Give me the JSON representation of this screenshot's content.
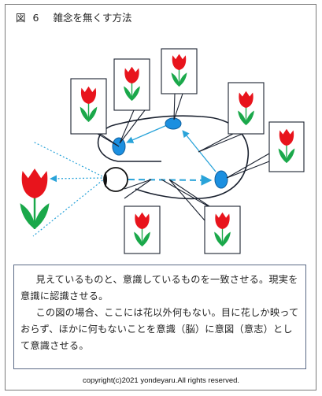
{
  "figure": {
    "label": "図",
    "number": "6",
    "title": "雑念を無くす方法"
  },
  "caption": {
    "paragraphs": [
      "見えているものと、意識しているものを一致させる。現実を意識に認識させる。",
      "この図の場合、ここには花以外何もない。目に花しか映っておらず、ほかに何もないことを意識（脳）に意図（意志）として意識させる。"
    ]
  },
  "copyright": "copyright(c)2021 yondeyaru.All rights reserved.",
  "colors": {
    "petal": "#e8141c",
    "leaf": "#1aa84a",
    "dot": "#1b8fe0",
    "arrow": "#29a3d9",
    "dashed_line": "#29a3d9",
    "eye_pupil": "#111111"
  },
  "icons": {
    "tulip": "tulip-icon",
    "eye": "eye-icon",
    "brain_point": "brain-focus-dot"
  }
}
